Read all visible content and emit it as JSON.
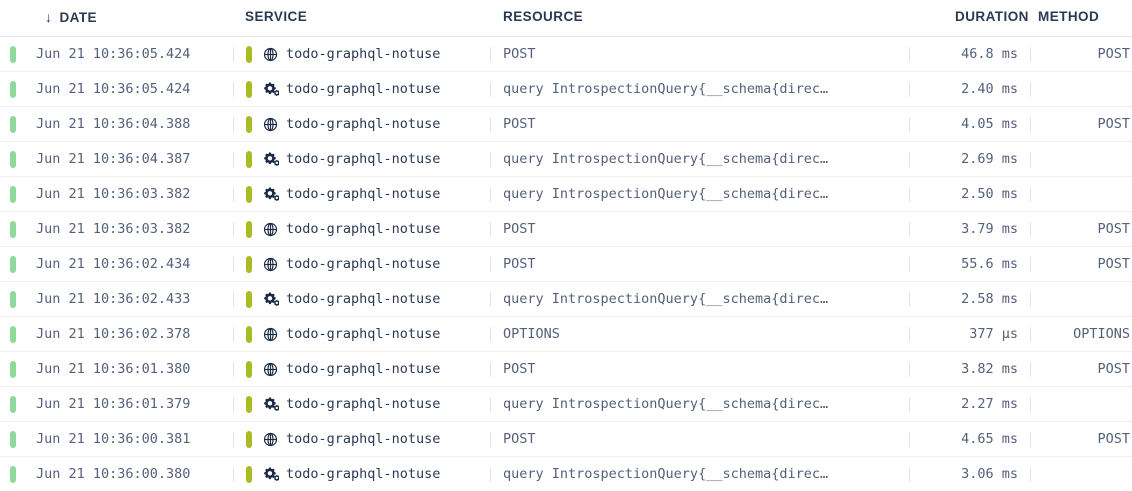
{
  "table": {
    "columns": [
      {
        "key": "date",
        "label": "DATE",
        "sort_icon": "arrow-down-icon",
        "sort_direction": "desc"
      },
      {
        "key": "service",
        "label": "SERVICE"
      },
      {
        "key": "resource",
        "label": "RESOURCE"
      },
      {
        "key": "duration",
        "label": "DURATION"
      },
      {
        "key": "method",
        "label": "METHOD"
      }
    ],
    "colors": {
      "status_pill_date": "#8ed99b",
      "status_pill_service": "#a9bc24",
      "header_text": "#2b3a52",
      "body_text": "#55607a",
      "service_text": "#2b3a52",
      "row_divider": "#eef0f3",
      "column_divider": "#dfe3ea"
    },
    "rows": [
      {
        "date": "Jun 21 10:36:05.424",
        "icon": "globe-icon",
        "service": "todo-graphql-notuse",
        "resource": "POST",
        "duration": "46.8 ms",
        "method": "POST"
      },
      {
        "date": "Jun 21 10:36:05.424",
        "icon": "cogs-icon",
        "service": "todo-graphql-notuse",
        "resource": "query IntrospectionQuery{__schema{direc…",
        "duration": "2.40 ms",
        "method": ""
      },
      {
        "date": "Jun 21 10:36:04.388",
        "icon": "globe-icon",
        "service": "todo-graphql-notuse",
        "resource": "POST",
        "duration": "4.05 ms",
        "method": "POST"
      },
      {
        "date": "Jun 21 10:36:04.387",
        "icon": "cogs-icon",
        "service": "todo-graphql-notuse",
        "resource": "query IntrospectionQuery{__schema{direc…",
        "duration": "2.69 ms",
        "method": ""
      },
      {
        "date": "Jun 21 10:36:03.382",
        "icon": "cogs-icon",
        "service": "todo-graphql-notuse",
        "resource": "query IntrospectionQuery{__schema{direc…",
        "duration": "2.50 ms",
        "method": ""
      },
      {
        "date": "Jun 21 10:36:03.382",
        "icon": "globe-icon",
        "service": "todo-graphql-notuse",
        "resource": "POST",
        "duration": "3.79 ms",
        "method": "POST"
      },
      {
        "date": "Jun 21 10:36:02.434",
        "icon": "globe-icon",
        "service": "todo-graphql-notuse",
        "resource": "POST",
        "duration": "55.6 ms",
        "method": "POST"
      },
      {
        "date": "Jun 21 10:36:02.433",
        "icon": "cogs-icon",
        "service": "todo-graphql-notuse",
        "resource": "query IntrospectionQuery{__schema{direc…",
        "duration": "2.58 ms",
        "method": ""
      },
      {
        "date": "Jun 21 10:36:02.378",
        "icon": "globe-icon",
        "service": "todo-graphql-notuse",
        "resource": "OPTIONS",
        "duration": "377 µs",
        "method": "OPTIONS"
      },
      {
        "date": "Jun 21 10:36:01.380",
        "icon": "globe-icon",
        "service": "todo-graphql-notuse",
        "resource": "POST",
        "duration": "3.82 ms",
        "method": "POST"
      },
      {
        "date": "Jun 21 10:36:01.379",
        "icon": "cogs-icon",
        "service": "todo-graphql-notuse",
        "resource": "query IntrospectionQuery{__schema{direc…",
        "duration": "2.27 ms",
        "method": ""
      },
      {
        "date": "Jun 21 10:36:00.381",
        "icon": "globe-icon",
        "service": "todo-graphql-notuse",
        "resource": "POST",
        "duration": "4.65 ms",
        "method": "POST"
      },
      {
        "date": "Jun 21 10:36:00.380",
        "icon": "cogs-icon",
        "service": "todo-graphql-notuse",
        "resource": "query IntrospectionQuery{__schema{direc…",
        "duration": "3.06 ms",
        "method": ""
      }
    ]
  }
}
